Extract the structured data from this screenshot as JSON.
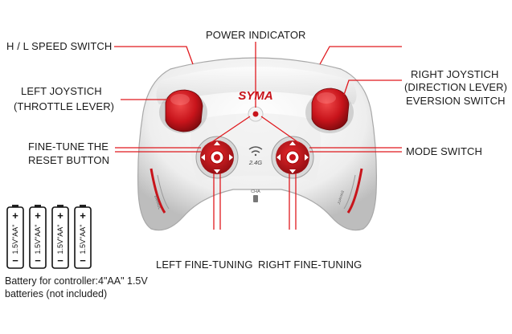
{
  "labels": {
    "power_indicator": "POWER INDICATOR",
    "speed_switch": "H / L SPEED SWITCH",
    "left_joystick_line1": "LEFT JOYSTICH",
    "left_joystick_line2": "(THROTTLE LEVER)",
    "fine_tune_line1": "FINE-TUNE THE",
    "fine_tune_line2": "RESET BUTTON",
    "right_joystick_line1": "RIGHT JOYSTICH",
    "right_joystick_line2": "(DIRECTION LEVER)",
    "right_joystick_line3": "EVERSION SWITCH",
    "mode_switch": "MODE SWITCH",
    "left_fine_tuning": "LEFT FINE-TUNING",
    "right_fine_tuning": "RIGHT FINE-TUNING"
  },
  "controller": {
    "brand": "SYMA",
    "frequency": "2.4G",
    "channel": "CHA",
    "left_grip_text": "BAHAUL",
    "right_grip_text": "BAHAUL"
  },
  "batteries": {
    "cell_label": "1.5V\"AA\"",
    "plus": "+",
    "minus": "−",
    "count": 4,
    "caption_line1": "Battery for controller:4\"AA\" 1.5V",
    "caption_line2": "batteries (not included)"
  },
  "colors": {
    "leader_line": "#e0191e",
    "button_red": "#c8141b",
    "body_white": "#f2f2f2"
  }
}
